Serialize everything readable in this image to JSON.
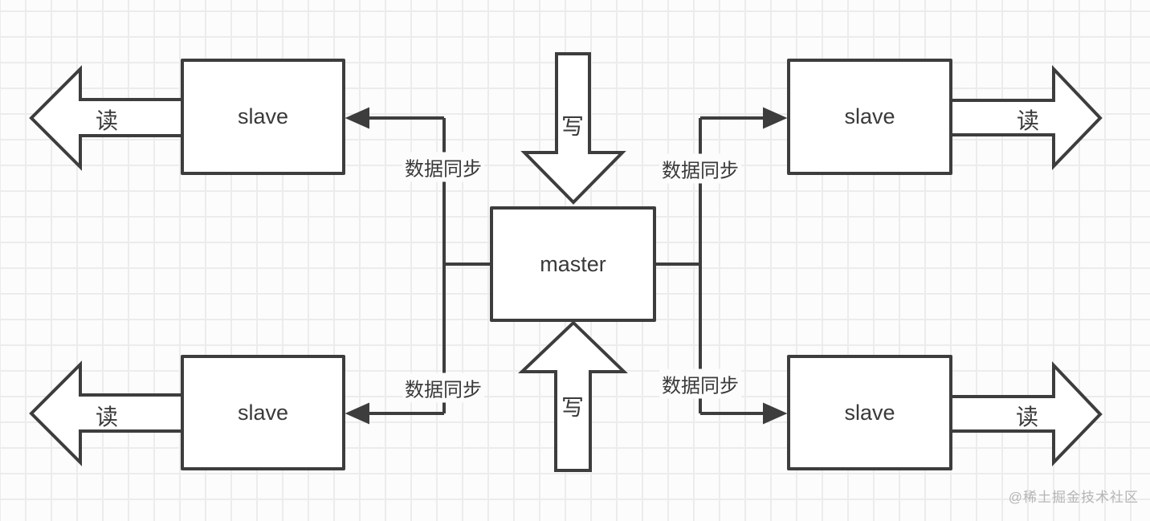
{
  "nodes": {
    "master": {
      "label": "master"
    },
    "slave_top_left": {
      "label": "slave"
    },
    "slave_top_right": {
      "label": "slave"
    },
    "slave_bottom_left": {
      "label": "slave"
    },
    "slave_bottom_right": {
      "label": "slave"
    }
  },
  "flows": {
    "write_top": {
      "label": "写"
    },
    "write_bottom": {
      "label": "写"
    },
    "read_top_left": {
      "label": "读"
    },
    "read_bottom_left": {
      "label": "读"
    },
    "read_top_right": {
      "label": "读"
    },
    "read_bottom_right": {
      "label": "读"
    },
    "sync_top_left": {
      "label": "数据同步"
    },
    "sync_bottom_left": {
      "label": "数据同步"
    },
    "sync_top_right": {
      "label": "数据同步"
    },
    "sync_bottom_right": {
      "label": "数据同步"
    }
  },
  "watermark": {
    "text": "@稀土掘金技术社区"
  },
  "colors": {
    "stroke": "#3d3d3d",
    "text": "#3a3a3a",
    "grid": "#ececec",
    "background": "#fcfcfc",
    "node_fill": "#ffffff",
    "watermark": "#b5b5b5"
  }
}
